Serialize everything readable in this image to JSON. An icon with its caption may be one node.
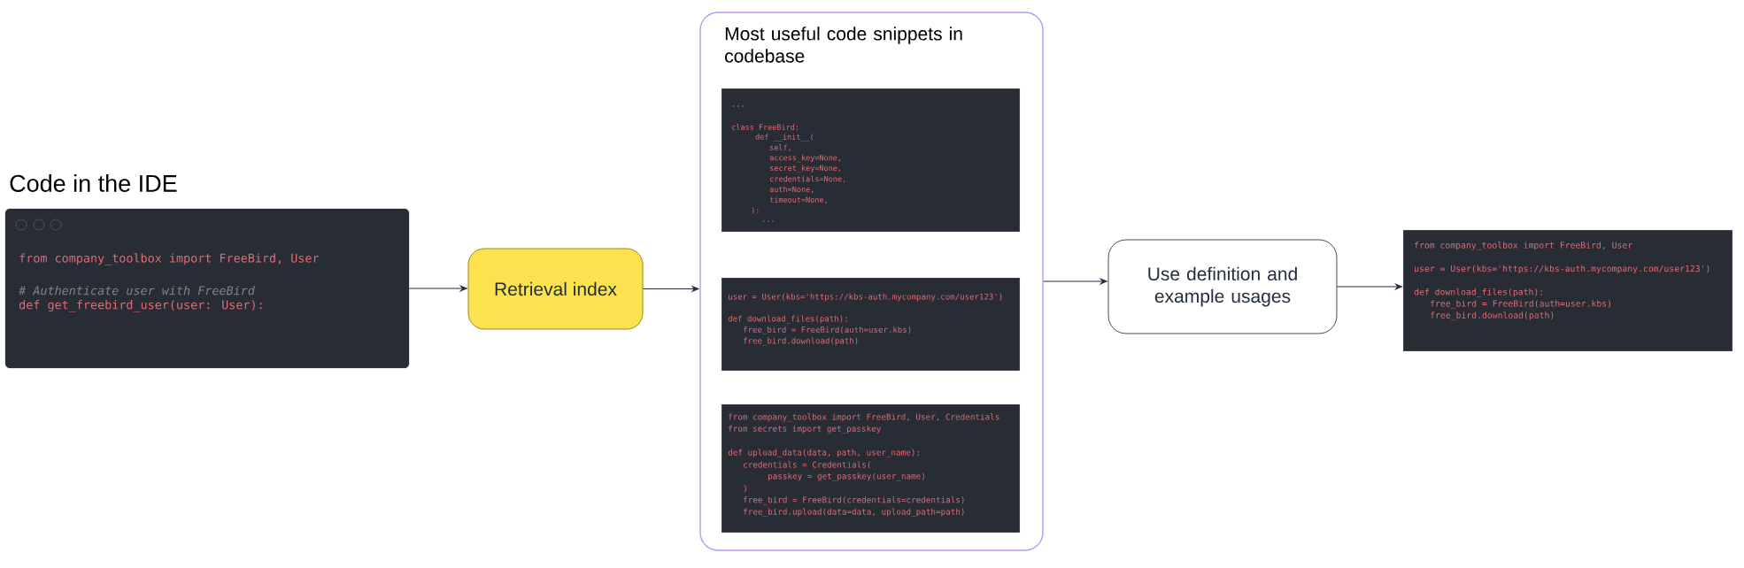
{
  "diagram": {
    "nodes": [
      {
        "text": [
          "Code in the IDE",
          "from company_toolbox import FreeBird, User",
          "# Authenticate user with FreeBird",
          "def get_freebird_user(user: User):"
        ]
      },
      {
        "text": [
          "Retrieval index"
        ]
      },
      {
        "text": [
          "Most useful code snippets in codebase"
        ]
      },
      {
        "text": [
          "...",
          "class FreeBird:",
          "def __init__(",
          "self,",
          "access_key=None,",
          "secret_key=None,",
          "credentials=None,",
          "auth=None,",
          "timeout=None,",
          "):",
          "..."
        ],
        "in": 2
      },
      {
        "text": [
          "user = User(kbs='https://kbs-auth.mycompany.com/user123')",
          "def download_files(path):",
          "free_bird = FreeBird(auth=user.kbs)",
          "free_bird.download(path)"
        ],
        "in": 2
      },
      {
        "text": [
          "from company_toolbox import FreeBird, User, Credentials",
          "from secrets import get_passkey",
          "def upload_data(data, path, user_name):",
          "credentials = Credentials(",
          "passkey = get_passkey(user_name)",
          ")",
          "free_bird = FreeBird(credentials=credentials)",
          "free_bird.upload(data=data, upload_path=path)"
        ],
        "in": 2
      },
      {
        "text": [
          "Use definition and example usages"
        ]
      },
      {
        "text": [
          "from company_toolbox import FreeBird, User",
          "user = User(kbs='https://kbs-auth.mycompany.com/user123')",
          "def download_files(path):",
          "free_bird = FreeBird(auth=user.kbs)",
          "free_bird.download(path)"
        ]
      }
    ],
    "edges": [
      {
        "from": 0,
        "to": 1,
        "arrow": "to"
      },
      {
        "from": 1,
        "to": 2,
        "arrow": "to"
      },
      {
        "from": 2,
        "to": 6,
        "arrow": "to"
      },
      {
        "from": 6,
        "to": 7,
        "arrow": "to"
      }
    ]
  }
}
